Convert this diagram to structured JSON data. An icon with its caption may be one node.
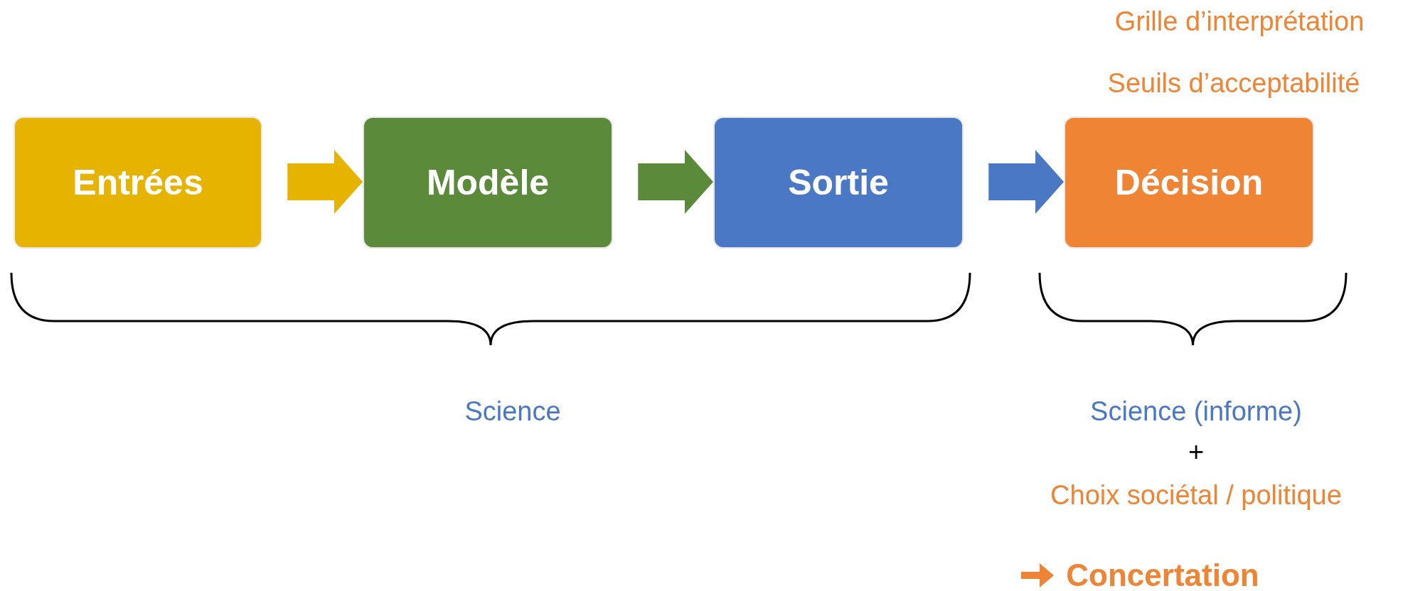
{
  "diagram": {
    "nodes": [
      {
        "text": [
          "Entrées"
        ]
      },
      {
        "text": [
          "Modèle"
        ]
      },
      {
        "text": [
          "Sortie"
        ]
      },
      {
        "text": [
          "Décision"
        ]
      }
    ],
    "edges": [
      {
        "from": 0,
        "to": 1,
        "arrow": "to",
        "color": "#e6b400"
      },
      {
        "from": 1,
        "to": 2,
        "arrow": "to",
        "color": "#5a8a3a"
      },
      {
        "from": 2,
        "to": 3,
        "arrow": "to",
        "color": "#4a78c4"
      }
    ],
    "labels": [
      "Grille d’interprétation",
      "Seuils d’acceptabilité",
      "Science",
      "Science (informe)",
      "+",
      "Choix sociétal / politique",
      "Concertation"
    ]
  }
}
